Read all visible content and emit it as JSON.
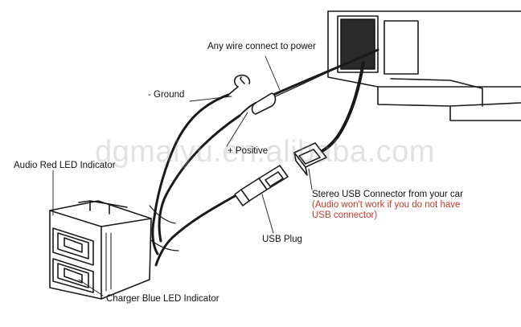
{
  "labels": {
    "any_wire": "Any wire connect to power",
    "ground": "- Ground",
    "positive": "+ Positive",
    "audio_red_led": "Audio Red LED Indicator",
    "stereo_usb_connector": "Stereo USB Connector from your car",
    "audio_note_line1": "(Audio won't work if you do not have",
    "audio_note_line2": "USB connector)",
    "usb_plug": "USB Plug",
    "charger_blue_led": "Charger Blue LED Indicator"
  },
  "watermark": "dgmaiyu.en.alibaba.com",
  "colors": {
    "line": "#1a1a1a",
    "note_text": "#c0392b",
    "dark_panel": "#2a2a2a"
  }
}
